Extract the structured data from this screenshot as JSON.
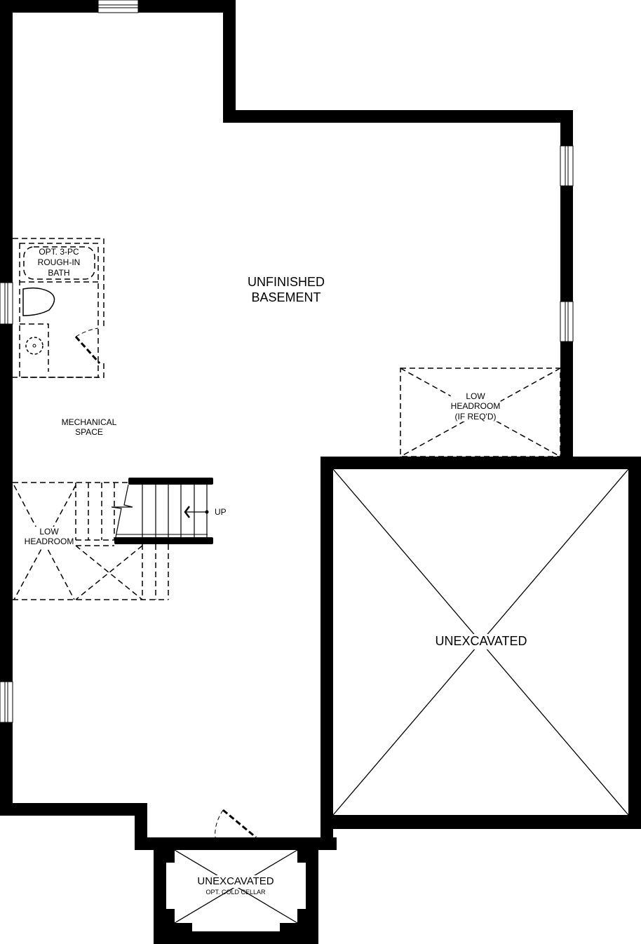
{
  "rooms": {
    "unfinished_basement": "UNFINISHED\nBASEMENT",
    "optional_bath": "OPT. 3-PC\nROUGH-IN\nBATH",
    "mechanical_space": "MECHANICAL\nSPACE",
    "low_headroom_stairs": "LOW\nHEADROOM",
    "low_headroom_optional": "LOW\nHEADROOM\n(IF REQ'D)",
    "unexcavated": "UNEXCAVATED",
    "cold_cellar_title": "UNEXCAVATED",
    "cold_cellar_subtitle": "OPT. COLD CELLAR"
  },
  "stairs": {
    "direction_label": "UP"
  },
  "colors": {
    "wall": "#000000",
    "background": "#ffffff"
  }
}
